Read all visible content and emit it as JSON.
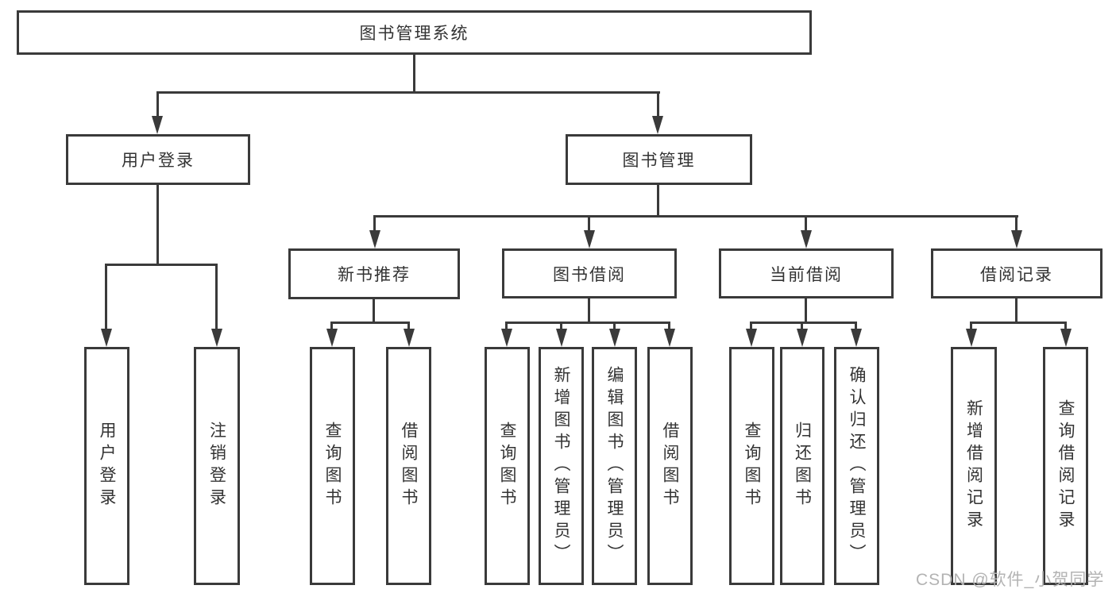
{
  "diagram": {
    "title": "图书管理系统",
    "branches": [
      {
        "label": "用户登录",
        "children": [
          {
            "label": "用户登录"
          },
          {
            "label": "注销登录"
          }
        ]
      },
      {
        "label": "图书管理",
        "children": [
          {
            "label": "新书推荐",
            "children": [
              {
                "label": "查询图书"
              },
              {
                "label": "借阅图书"
              }
            ]
          },
          {
            "label": "图书借阅",
            "children": [
              {
                "label": "查询图书"
              },
              {
                "label": "新增图书（管理员）"
              },
              {
                "label": "编辑图书（管理员）"
              },
              {
                "label": "借阅图书"
              }
            ]
          },
          {
            "label": "当前借阅",
            "children": [
              {
                "label": "查询图书"
              },
              {
                "label": "归还图书"
              },
              {
                "label": "确认归还（管理员）"
              }
            ]
          },
          {
            "label": "借阅记录",
            "children": [
              {
                "label": "新增借阅记录"
              },
              {
                "label": "查询借阅记录"
              }
            ]
          }
        ]
      }
    ]
  },
  "watermark": {
    "text": "CSDN @软件_小贺同学"
  },
  "colors": {
    "line": "#3a3a3a",
    "text": "#333333",
    "watermark": "#b3b3b3",
    "background": "#ffffff"
  }
}
